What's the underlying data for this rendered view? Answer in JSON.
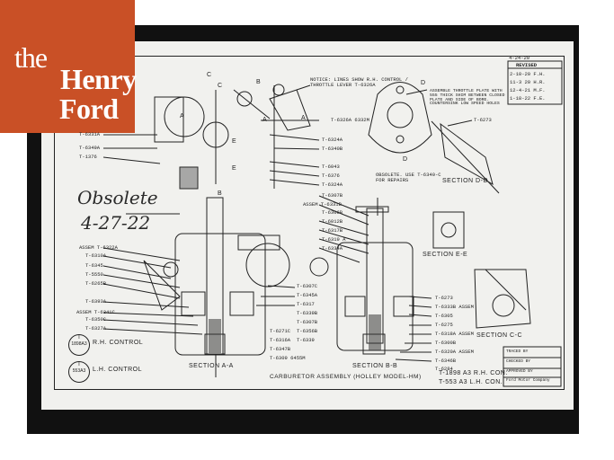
{
  "logo": {
    "line1": "the",
    "line2": "Henry",
    "line3": "Ford"
  },
  "notes": {
    "top_note": "NOTICE: LINES SHOW R.H. CONTROL / THROTTLE LEVER T-6326A",
    "throttle_note": "ASSEMBLE THROTTLE PLATE WITH 555 THICK SHIM BETWEEN CLOSED PLATE AND SIDE OF BORE. COUNTERSINK LOW SPEED HOLES",
    "obsolete_note": "OBSOLETE. USE T-6340-C FOR REPAIRS"
  },
  "handwriting": {
    "line1": "Obsolete",
    "line2": "4-27-22"
  },
  "title_block": {
    "revisions_header": "REVISED",
    "revision_lines": [
      "4-24-20",
      "2-10-20 F.H.",
      "11-3 20 H.R.",
      "12-4-21 M.F.",
      "1-18-22 F.E."
    ],
    "fields": [
      "TRACED BY",
      "CHECKED BY",
      "APPROVED BY",
      "Ford Motor Company"
    ]
  },
  "sections": {
    "aa": "SECTION A-A",
    "bb": "SECTION B-B",
    "cc": "SECTION C-C",
    "dd": "SECTION D-D",
    "ee": "SECTION E-E"
  },
  "drawing_title": "CARBURETOR ASSEMBLY (HOLLEY MODEL-HM)",
  "drawing_numbers": [
    "T-1898 A3 R.H. CON.",
    "T-553 A3 L.H. CON."
  ],
  "stamps": [
    {
      "top": "T",
      "bottom": "1898A3",
      "text": "R.H. CONTROL"
    },
    {
      "top": "T",
      "bottom": "553A3",
      "text": "L.H. CONTROL"
    }
  ],
  "part_labels": {
    "upper_left": [
      "T-6331A",
      "T-6349A",
      "T-1376"
    ],
    "upper_center": [
      "T-6326A 6332M",
      "T-6324A",
      "T-6340B",
      "T-6043",
      "T-6376",
      "T-6324A"
    ],
    "upper_right": [
      "T-6273"
    ],
    "left": [
      "ASSEM T-6322A",
      "T-6310A",
      "T-6345",
      "T-5550",
      "T-6265B",
      "T-6393A",
      "ASSEM T-6341C",
      "T-6350C",
      "T-6327A"
    ],
    "center": [
      "T-6307C",
      "T-6345A",
      "T-6317",
      "T-6339B",
      "T-6307B",
      "T-6271C",
      "T-6356B",
      "T-6316A",
      "T-6339",
      "T-6347B",
      "T-6309 6455M"
    ],
    "center_b": [
      "T-6307B",
      "ASSEM T-6331B",
      "T-6306B",
      "T-6012B",
      "T-6317B",
      "T-6319 A",
      "T-6334A"
    ],
    "right": [
      "T-6273",
      "T-6333B ASSEM",
      "T-6305",
      "T-6275",
      "T-6318A ASSEM",
      "T-6300B",
      "T-6320A ASSEM",
      "T-6346B",
      "T-6284"
    ]
  },
  "markers": [
    "A",
    "A",
    "B",
    "B",
    "C",
    "C",
    "D",
    "D",
    "E",
    "E",
    "A'"
  ]
}
